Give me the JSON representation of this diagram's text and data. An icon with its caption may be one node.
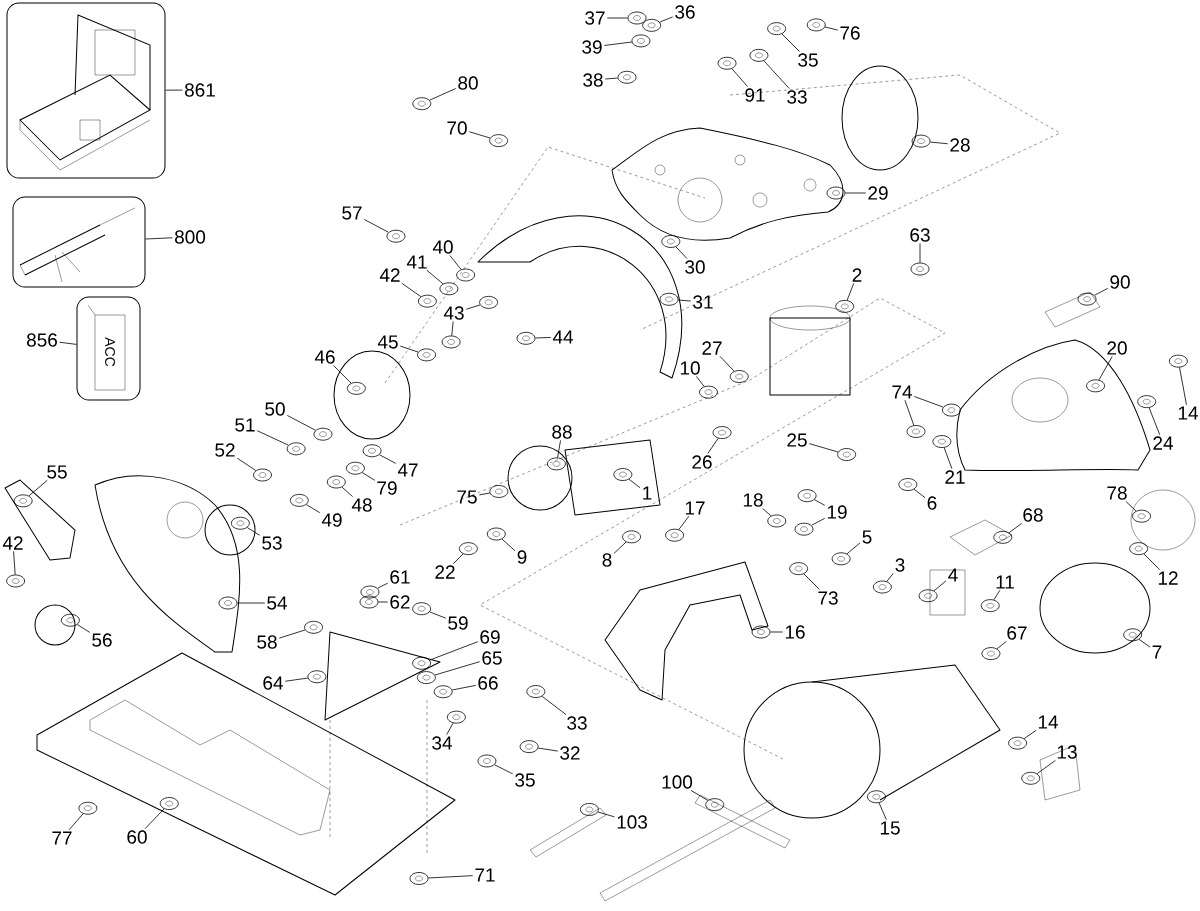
{
  "diagram": {
    "nodes": [
      {
        "text": [],
        "shape": "picture"
      },
      {
        "text": [],
        "shape": "picture"
      },
      {
        "text": [],
        "shape": "picture"
      },
      {
        "text": [
          "861"
        ]
      },
      {
        "text": [
          "800"
        ]
      },
      {
        "text": [
          "856"
        ]
      },
      {
        "text": [
          "37"
        ]
      },
      {
        "text": [
          "36"
        ]
      },
      {
        "text": [
          "76"
        ]
      },
      {
        "text": [
          "39"
        ]
      },
      {
        "text": [
          "35"
        ]
      },
      {
        "text": [
          "38"
        ]
      },
      {
        "text": [
          "80"
        ]
      },
      {
        "text": [
          "91"
        ]
      },
      {
        "text": [
          "33"
        ]
      },
      {
        "text": [
          "70"
        ]
      },
      {
        "text": [
          "28"
        ]
      },
      {
        "text": [
          "29"
        ]
      },
      {
        "text": [
          "57"
        ]
      },
      {
        "text": [
          "63"
        ]
      },
      {
        "text": [
          "40"
        ]
      },
      {
        "text": [
          "41"
        ]
      },
      {
        "text": [
          "30"
        ]
      },
      {
        "text": [
          "42"
        ]
      },
      {
        "text": [
          "2"
        ]
      },
      {
        "text": [
          "90"
        ]
      },
      {
        "text": [
          "31"
        ]
      },
      {
        "text": [
          "43"
        ]
      },
      {
        "text": [
          "44"
        ]
      },
      {
        "text": [
          "45"
        ]
      },
      {
        "text": [
          "20"
        ]
      },
      {
        "text": [
          "27"
        ]
      },
      {
        "text": [
          "46"
        ]
      },
      {
        "text": [
          "10"
        ]
      },
      {
        "text": [
          "74"
        ]
      },
      {
        "text": [
          "50"
        ]
      },
      {
        "text": [
          "14"
        ]
      },
      {
        "text": [
          "51"
        ]
      },
      {
        "text": [
          "88"
        ]
      },
      {
        "text": [
          "25"
        ]
      },
      {
        "text": [
          "24"
        ]
      },
      {
        "text": [
          "52"
        ]
      },
      {
        "text": [
          "26"
        ]
      },
      {
        "text": [
          "47"
        ]
      },
      {
        "text": [
          "55"
        ]
      },
      {
        "text": [
          "21"
        ]
      },
      {
        "text": [
          "79"
        ]
      },
      {
        "text": [
          "1"
        ]
      },
      {
        "text": [
          "78"
        ]
      },
      {
        "text": [
          "75"
        ]
      },
      {
        "text": [
          "6"
        ]
      },
      {
        "text": [
          "48"
        ]
      },
      {
        "text": [
          "18"
        ]
      },
      {
        "text": [
          "17"
        ]
      },
      {
        "text": [
          "19"
        ]
      },
      {
        "text": [
          "68"
        ]
      },
      {
        "text": [
          "49"
        ]
      },
      {
        "text": [
          "5"
        ]
      },
      {
        "text": [
          "53"
        ]
      },
      {
        "text": [
          "42"
        ]
      },
      {
        "text": [
          "9"
        ]
      },
      {
        "text": [
          "8"
        ]
      },
      {
        "text": [
          "3"
        ]
      },
      {
        "text": [
          "22"
        ]
      },
      {
        "text": [
          "4"
        ]
      },
      {
        "text": [
          "61"
        ]
      },
      {
        "text": [
          "12"
        ]
      },
      {
        "text": [
          "11"
        ]
      },
      {
        "text": [
          "73"
        ]
      },
      {
        "text": [
          "62"
        ]
      },
      {
        "text": [
          "54"
        ]
      },
      {
        "text": [
          "59"
        ]
      },
      {
        "text": [
          "16"
        ]
      },
      {
        "text": [
          "67"
        ]
      },
      {
        "text": [
          "69"
        ]
      },
      {
        "text": [
          "56"
        ]
      },
      {
        "text": [
          "58"
        ]
      },
      {
        "text": [
          "7"
        ]
      },
      {
        "text": [
          "65"
        ]
      },
      {
        "text": [
          "64"
        ]
      },
      {
        "text": [
          "66"
        ]
      },
      {
        "text": [
          "14"
        ]
      },
      {
        "text": [
          "33"
        ]
      },
      {
        "text": [
          "34"
        ]
      },
      {
        "text": [
          "13"
        ]
      },
      {
        "text": [
          "32"
        ]
      },
      {
        "text": [
          "35"
        ]
      },
      {
        "text": [
          "100"
        ]
      },
      {
        "text": [
          "103"
        ]
      },
      {
        "text": [
          "15"
        ]
      },
      {
        "text": [
          "77"
        ]
      },
      {
        "text": [
          "60"
        ]
      },
      {
        "text": [
          "71"
        ]
      },
      {
        "text": [],
        "shape": "picture"
      },
      {
        "text": [],
        "shape": "picture"
      },
      {
        "text": [],
        "shape": "picture"
      },
      {
        "text": [],
        "shape": "picture"
      },
      {
        "text": [],
        "shape": "picture"
      },
      {
        "text": [],
        "shape": "picture"
      },
      {
        "text": [],
        "shape": "picture"
      },
      {
        "text": [],
        "shape": "picture"
      },
      {
        "text": [],
        "shape": "picture"
      },
      {
        "text": [],
        "shape": "picture"
      },
      {
        "text": [],
        "shape": "picture"
      },
      {
        "text": [],
        "shape": "picture"
      },
      {
        "text": [],
        "shape": "picture"
      },
      {
        "text": [],
        "shape": "picture"
      },
      {
        "text": [],
        "shape": "picture"
      },
      {
        "text": [],
        "shape": "picture"
      },
      {
        "text": [],
        "shape": "picture"
      },
      {
        "text": [],
        "shape": "picture"
      },
      {
        "text": [],
        "shape": "picture"
      },
      {
        "text": [],
        "shape": "picture"
      },
      {
        "text": [],
        "shape": "picture"
      },
      {
        "text": [],
        "shape": "picture"
      },
      {
        "text": [],
        "shape": "picture"
      },
      {
        "text": [],
        "shape": "picture"
      },
      {
        "text": [],
        "shape": "picture"
      },
      {
        "text": [],
        "shape": "picture"
      },
      {
        "text": [],
        "shape": "picture"
      },
      {
        "text": [],
        "shape": "picture"
      },
      {
        "text": [],
        "shape": "picture"
      },
      {
        "text": [],
        "shape": "picture"
      },
      {
        "text": [],
        "shape": "picture"
      },
      {
        "text": [],
        "shape": "picture"
      },
      {
        "text": [],
        "shape": "picture"
      },
      {
        "text": [],
        "shape": "picture"
      },
      {
        "text": [],
        "shape": "picture"
      },
      {
        "text": [],
        "shape": "picture"
      },
      {
        "text": [],
        "shape": "picture"
      },
      {
        "text": [],
        "shape": "picture"
      },
      {
        "text": [],
        "shape": "picture"
      },
      {
        "text": [],
        "shape": "picture"
      },
      {
        "text": [],
        "shape": "picture"
      },
      {
        "text": [],
        "shape": "picture"
      },
      {
        "text": [],
        "shape": "picture"
      },
      {
        "text": [],
        "shape": "picture"
      },
      {
        "text": [],
        "shape": "picture"
      },
      {
        "text": [],
        "shape": "picture"
      },
      {
        "text": [],
        "shape": "picture"
      },
      {
        "text": [],
        "shape": "picture"
      },
      {
        "text": [],
        "shape": "picture"
      },
      {
        "text": [],
        "shape": "picture"
      },
      {
        "text": [],
        "shape": "picture"
      },
      {
        "text": [],
        "shape": "picture"
      },
      {
        "text": [],
        "shape": "picture"
      },
      {
        "text": [],
        "shape": "picture"
      },
      {
        "text": [],
        "shape": "picture"
      },
      {
        "text": [],
        "shape": "picture"
      },
      {
        "text": [],
        "shape": "picture"
      },
      {
        "text": [],
        "shape": "picture"
      },
      {
        "text": [],
        "shape": "picture"
      },
      {
        "text": [],
        "shape": "picture"
      },
      {
        "text": [],
        "shape": "picture"
      },
      {
        "text": [],
        "shape": "picture"
      },
      {
        "text": [],
        "shape": "picture"
      },
      {
        "text": [],
        "shape": "picture"
      },
      {
        "text": [],
        "shape": "picture"
      },
      {
        "text": [],
        "shape": "picture"
      },
      {
        "text": [],
        "shape": "picture"
      },
      {
        "text": [],
        "shape": "picture"
      },
      {
        "text": [],
        "shape": "picture"
      },
      {
        "text": [],
        "shape": "picture"
      },
      {
        "text": [],
        "shape": "picture"
      },
      {
        "text": [],
        "shape": "picture"
      },
      {
        "text": [],
        "shape": "picture"
      },
      {
        "text": [],
        "shape": "picture"
      },
      {
        "text": [],
        "shape": "picture"
      },
      {
        "text": [],
        "shape": "picture"
      },
      {
        "text": [],
        "shape": "picture"
      },
      {
        "text": [],
        "shape": "picture"
      },
      {
        "text": [],
        "shape": "picture"
      },
      {
        "text": [],
        "shape": "picture"
      },
      {
        "text": [],
        "shape": "picture"
      },
      {
        "text": [],
        "shape": "picture"
      },
      {
        "text": [],
        "shape": "picture"
      },
      {
        "text": [],
        "shape": "picture"
      },
      {
        "text": [],
        "shape": "picture"
      },
      {
        "text": [],
        "shape": "picture"
      },
      {
        "text": [],
        "shape": "picture"
      },
      {
        "text": [],
        "shape": "picture"
      },
      {
        "text": [],
        "shape": "picture"
      },
      {
        "text": [],
        "shape": "picture"
      }
    ],
    "edges": [
      {
        "from": 3,
        "to": 0,
        "arrow": "none"
      },
      {
        "from": 4,
        "to": 1,
        "arrow": "none"
      },
      {
        "from": 5,
        "to": 2,
        "arrow": "none"
      },
      {
        "from": 6,
        "to": 93,
        "arrow": "none"
      },
      {
        "from": 7,
        "to": 94,
        "arrow": "none"
      },
      {
        "from": 8,
        "to": 95,
        "arrow": "none"
      },
      {
        "from": 9,
        "to": 96,
        "arrow": "none"
      },
      {
        "from": 10,
        "to": 97,
        "arrow": "none"
      },
      {
        "from": 11,
        "to": 98,
        "arrow": "none"
      },
      {
        "from": 12,
        "to": 99,
        "arrow": "none"
      },
      {
        "from": 13,
        "to": 100,
        "arrow": "none"
      },
      {
        "from": 14,
        "to": 101,
        "arrow": "none"
      },
      {
        "from": 15,
        "to": 102,
        "arrow": "none"
      },
      {
        "from": 16,
        "to": 103,
        "arrow": "none"
      },
      {
        "from": 17,
        "to": 104,
        "arrow": "none"
      },
      {
        "from": 18,
        "to": 105,
        "arrow": "none"
      },
      {
        "from": 19,
        "to": 106,
        "arrow": "none"
      },
      {
        "from": 20,
        "to": 107,
        "arrow": "none"
      },
      {
        "from": 21,
        "to": 108,
        "arrow": "none"
      },
      {
        "from": 22,
        "to": 109,
        "arrow": "none"
      },
      {
        "from": 23,
        "to": 110,
        "arrow": "none"
      },
      {
        "from": 24,
        "to": 111,
        "arrow": "none"
      },
      {
        "from": 25,
        "to": 112,
        "arrow": "none"
      },
      {
        "from": 26,
        "to": 113,
        "arrow": "none"
      },
      {
        "from": 27,
        "to": 114,
        "arrow": "none"
      },
      {
        "from": 27,
        "to": 115,
        "arrow": "none"
      },
      {
        "from": 28,
        "to": 116,
        "arrow": "none"
      },
      {
        "from": 29,
        "to": 117,
        "arrow": "none"
      },
      {
        "from": 30,
        "to": 118,
        "arrow": "none"
      },
      {
        "from": 31,
        "to": 119,
        "arrow": "none"
      },
      {
        "from": 32,
        "to": 120,
        "arrow": "none"
      },
      {
        "from": 33,
        "to": 121,
        "arrow": "none"
      },
      {
        "from": 34,
        "to": 122,
        "arrow": "none"
      },
      {
        "from": 34,
        "to": 123,
        "arrow": "none"
      },
      {
        "from": 35,
        "to": 124,
        "arrow": "none"
      },
      {
        "from": 36,
        "to": 125,
        "arrow": "none"
      },
      {
        "from": 37,
        "to": 126,
        "arrow": "none"
      },
      {
        "from": 38,
        "to": 127,
        "arrow": "none"
      },
      {
        "from": 39,
        "to": 128,
        "arrow": "none"
      },
      {
        "from": 40,
        "to": 129,
        "arrow": "none"
      },
      {
        "from": 41,
        "to": 130,
        "arrow": "none"
      },
      {
        "from": 42,
        "to": 131,
        "arrow": "none"
      },
      {
        "from": 43,
        "to": 132,
        "arrow": "none"
      },
      {
        "from": 44,
        "to": 133,
        "arrow": "none"
      },
      {
        "from": 45,
        "to": 134,
        "arrow": "none"
      },
      {
        "from": 46,
        "to": 135,
        "arrow": "none"
      },
      {
        "from": 47,
        "to": 136,
        "arrow": "none"
      },
      {
        "from": 48,
        "to": 137,
        "arrow": "none"
      },
      {
        "from": 49,
        "to": 138,
        "arrow": "none"
      },
      {
        "from": 50,
        "to": 139,
        "arrow": "none"
      },
      {
        "from": 51,
        "to": 140,
        "arrow": "none"
      },
      {
        "from": 52,
        "to": 141,
        "arrow": "none"
      },
      {
        "from": 53,
        "to": 142,
        "arrow": "none"
      },
      {
        "from": 54,
        "to": 143,
        "arrow": "none"
      },
      {
        "from": 54,
        "to": 144,
        "arrow": "none"
      },
      {
        "from": 55,
        "to": 145,
        "arrow": "none"
      },
      {
        "from": 56,
        "to": 146,
        "arrow": "none"
      },
      {
        "from": 57,
        "to": 147,
        "arrow": "none"
      },
      {
        "from": 58,
        "to": 148,
        "arrow": "none"
      },
      {
        "from": 59,
        "to": 149,
        "arrow": "none"
      },
      {
        "from": 60,
        "to": 150,
        "arrow": "none"
      },
      {
        "from": 61,
        "to": 151,
        "arrow": "none"
      },
      {
        "from": 62,
        "to": 152,
        "arrow": "none"
      },
      {
        "from": 63,
        "to": 153,
        "arrow": "none"
      },
      {
        "from": 64,
        "to": 154,
        "arrow": "none"
      },
      {
        "from": 65,
        "to": 155,
        "arrow": "none"
      },
      {
        "from": 66,
        "to": 156,
        "arrow": "none"
      },
      {
        "from": 67,
        "to": 157,
        "arrow": "none"
      },
      {
        "from": 68,
        "to": 158,
        "arrow": "none"
      },
      {
        "from": 69,
        "to": 159,
        "arrow": "none"
      },
      {
        "from": 70,
        "to": 160,
        "arrow": "none"
      },
      {
        "from": 71,
        "to": 161,
        "arrow": "none"
      },
      {
        "from": 72,
        "to": 162,
        "arrow": "none"
      },
      {
        "from": 73,
        "to": 163,
        "arrow": "none"
      },
      {
        "from": 74,
        "to": 164,
        "arrow": "none"
      },
      {
        "from": 75,
        "to": 165,
        "arrow": "none"
      },
      {
        "from": 76,
        "to": 166,
        "arrow": "none"
      },
      {
        "from": 77,
        "to": 167,
        "arrow": "none"
      },
      {
        "from": 78,
        "to": 168,
        "arrow": "none"
      },
      {
        "from": 79,
        "to": 169,
        "arrow": "none"
      },
      {
        "from": 80,
        "to": 170,
        "arrow": "none"
      },
      {
        "from": 81,
        "to": 171,
        "arrow": "none"
      },
      {
        "from": 82,
        "to": 172,
        "arrow": "none"
      },
      {
        "from": 83,
        "to": 173,
        "arrow": "none"
      },
      {
        "from": 84,
        "to": 174,
        "arrow": "none"
      },
      {
        "from": 85,
        "to": 175,
        "arrow": "none"
      },
      {
        "from": 86,
        "to": 176,
        "arrow": "none"
      },
      {
        "from": 87,
        "to": 177,
        "arrow": "none"
      },
      {
        "from": 88,
        "to": 178,
        "arrow": "none"
      },
      {
        "from": 89,
        "to": 179,
        "arrow": "none"
      },
      {
        "from": 90,
        "to": 180,
        "arrow": "none"
      },
      {
        "from": 91,
        "to": 181,
        "arrow": "none"
      },
      {
        "from": 92,
        "to": 182,
        "arrow": "none"
      }
    ],
    "labels": [
      "ACC"
    ]
  }
}
